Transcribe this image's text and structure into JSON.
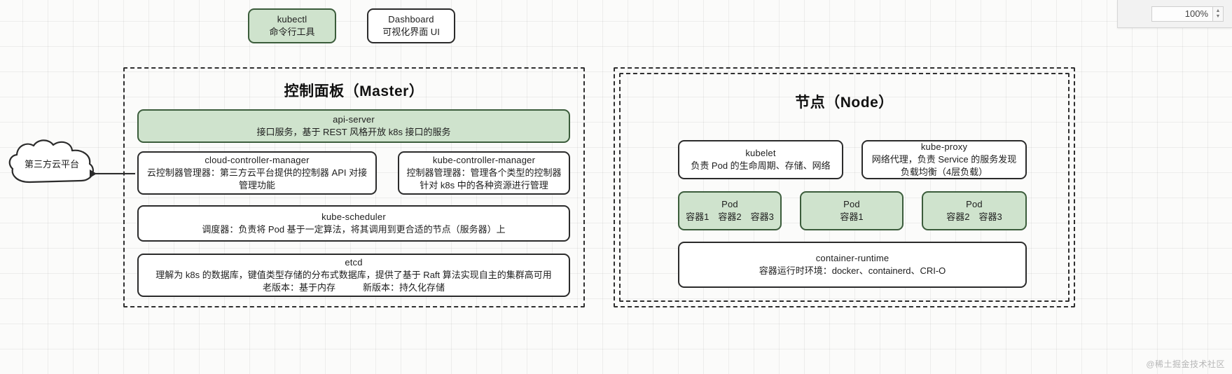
{
  "zoom_widget": {
    "value": "100%",
    "up_glyph": "▲",
    "down_glyph": "▼"
  },
  "watermark": "@稀土掘金技术社区",
  "clients": [
    {
      "name": "kubectl",
      "en": "kubectl",
      "cn": "命令行工具",
      "style": "green"
    },
    {
      "name": "dashboard",
      "en": "Dashboard",
      "cn": "可视化界面 UI",
      "style": "white"
    }
  ],
  "external": {
    "cloud_label": "第三方云平台"
  },
  "master": {
    "title": "控制面板（Master）",
    "components": [
      {
        "key": "api-server",
        "en": "api-server",
        "cn": [
          "接口服务，基于 REST 风格开放 k8s 接口的服务"
        ],
        "style": "green"
      },
      {
        "key": "cloud-controller-manager",
        "en": "cloud-controller-manager",
        "cn": [
          "云控制器管理器：第三方云平台提供的控制器 API 对接",
          "管理功能"
        ],
        "style": "white"
      },
      {
        "key": "kube-controller-manager",
        "en": "kube-controller-manager",
        "cn": [
          "控制器管理器：管理各个类型的控制器",
          "针对 k8s 中的各种资源进行管理"
        ],
        "style": "white"
      },
      {
        "key": "kube-scheduler",
        "en": "kube-scheduler",
        "cn": [
          "调度器：负责将 Pod 基于一定算法，将其调用到更合适的节点（服务器）上"
        ],
        "style": "white"
      },
      {
        "key": "etcd",
        "en": "etcd",
        "cn": [
          "理解为 k8s 的数据库，键值类型存储的分布式数据库，提供了基于 Raft 算法实现自主的集群高可用",
          "老版本：基于内存　　　新版本：持久化存储"
        ],
        "style": "white"
      }
    ]
  },
  "node": {
    "title": "节点（Node）",
    "components": [
      {
        "key": "kubelet",
        "en": "kubelet",
        "cn": [
          "负责 Pod 的生命周期、存储、网络"
        ],
        "style": "white"
      },
      {
        "key": "kube-proxy",
        "en": "kube-proxy",
        "cn": [
          "网络代理，负责 Service 的服务发现",
          "负载均衡（4层负载）"
        ],
        "style": "white"
      },
      {
        "key": "container-runtime",
        "en": "container-runtime",
        "cn": [
          "容器运行时环境：docker、containerd、CRI-O"
        ],
        "style": "white"
      }
    ],
    "pods": [
      {
        "key": "pod-1",
        "en": "Pod",
        "cn": [
          "容器1　容器2　容器3"
        ],
        "style": "green"
      },
      {
        "key": "pod-2",
        "en": "Pod",
        "cn": [
          "容器1"
        ],
        "style": "green"
      },
      {
        "key": "pod-3",
        "en": "Pod",
        "cn": [
          "容器2　容器3"
        ],
        "style": "green"
      }
    ]
  },
  "colors": {
    "green_fill": "#cfe3cd",
    "green_border": "#3b5c3b",
    "box_border": "#2b2b2b",
    "canvas": "#fbfbfa"
  }
}
